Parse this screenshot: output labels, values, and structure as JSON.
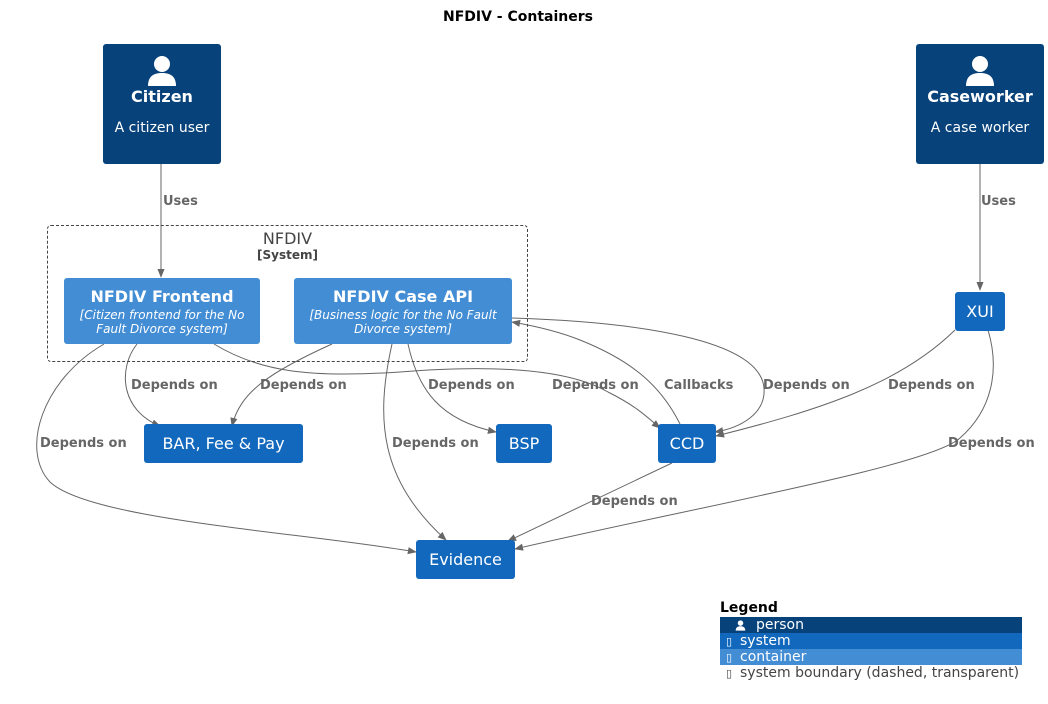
{
  "title": "NFDIV - Containers",
  "colors": {
    "person": "#08427b",
    "system": "#1168bd",
    "container": "#438dd5",
    "edge": "#666666",
    "boundary": "#444444"
  },
  "persons": {
    "citizen": {
      "name": "Citizen",
      "description": "A citizen user",
      "icon": "person-icon"
    },
    "caseworker": {
      "name": "Caseworker",
      "description": "A case worker",
      "icon": "person-icon"
    }
  },
  "boundary": {
    "name": "NFDIV",
    "type": "[System]"
  },
  "containers": {
    "frontend": {
      "name": "NFDIV Frontend",
      "technology": "[Citizen frontend for the No Fault Divorce system]"
    },
    "case_api": {
      "name": "NFDIV Case API",
      "technology": "[Business logic for the No Fault Divorce system]"
    }
  },
  "systems": {
    "bar_fee_pay": "BAR, Fee & Pay",
    "bsp": "BSP",
    "ccd": "CCD",
    "xui": "XUI",
    "evidence": "Evidence"
  },
  "edges": {
    "citizen_frontend": "Uses",
    "caseworker_xui": "Uses",
    "frontend_bar": "Depends on",
    "caseapi_bar": "Depends on",
    "caseapi_bsp": "Depends on",
    "frontend_ccd": "Depends on",
    "ccd_caseapi": "Callbacks",
    "caseapi_ccd": "Depends on",
    "xui_ccd": "Depends on",
    "frontend_evidence": "Depends on",
    "caseapi_evidence": "Depends on",
    "ccd_evidence": "Depends on",
    "xui_evidence": "Depends on"
  },
  "legend": {
    "title": "Legend",
    "person": "person",
    "system": "system",
    "container": "container",
    "boundary": "system boundary (dashed, transparent)",
    "person_icon": "person-icon",
    "square_icon": "square-icon"
  }
}
